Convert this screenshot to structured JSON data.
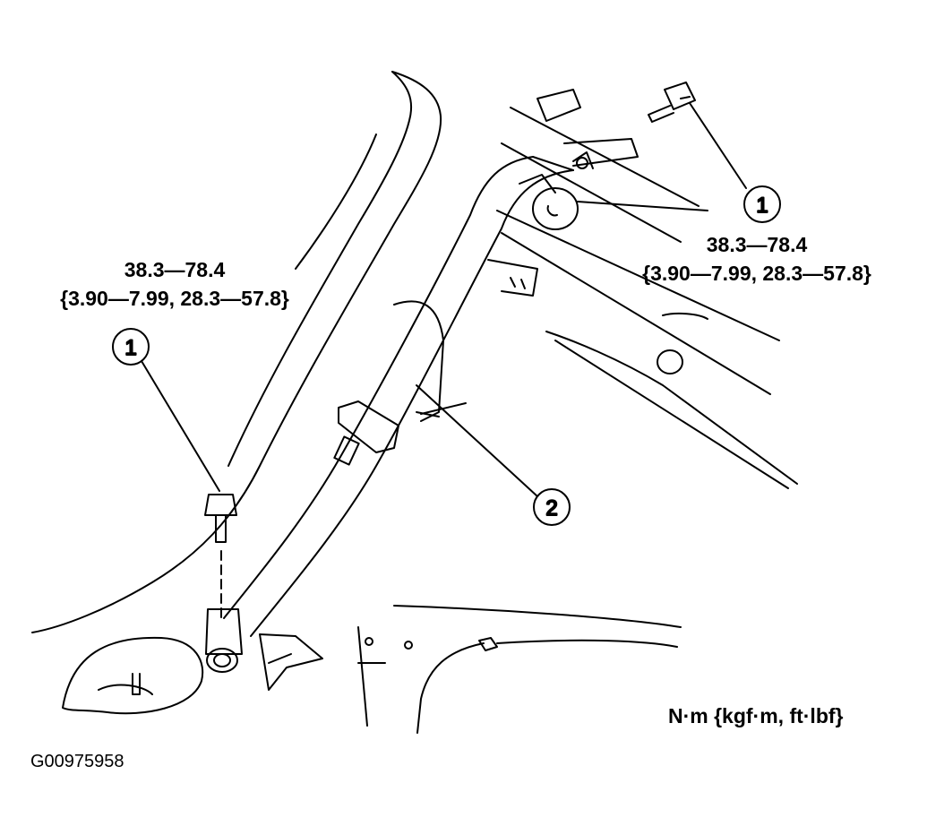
{
  "figure_code": "G00975958",
  "units_legend": "N·m {kgf·m, ft·lbf}",
  "torque_specs": [
    {
      "callout": "1",
      "value": "38.3—78.4",
      "converted": "{3.90—7.99, 28.3—57.8}"
    },
    {
      "callout": "1",
      "value": "38.3—78.4",
      "converted": "{3.90—7.99, 28.3—57.8}"
    }
  ],
  "callouts": [
    "1",
    "1",
    "2"
  ],
  "colors": {
    "line": "#000000",
    "background": "#ffffff"
  }
}
